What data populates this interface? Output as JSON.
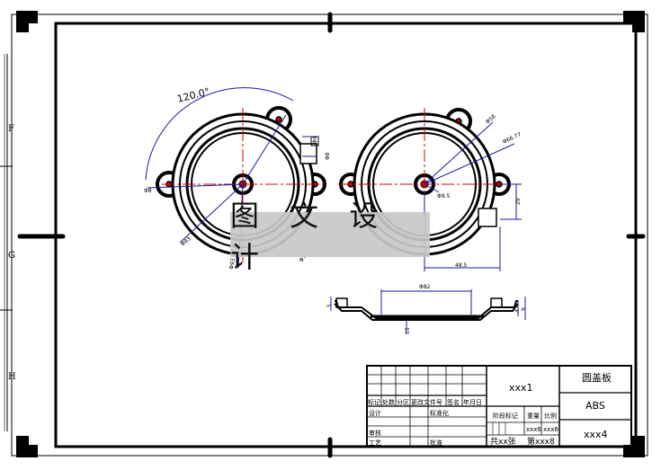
{
  "watermark": "图 文 设 计",
  "zones": [
    "F",
    "G",
    "H"
  ],
  "view_left": {
    "angle": "120.0°",
    "dims": [
      "Φ4",
      "Φ8",
      "Φ8",
      "Φ83",
      "Φ93",
      "Φ5"
    ]
  },
  "view_right": {
    "dims": [
      "Φ58",
      "Φ66.77",
      "Φ9.5",
      "29",
      "48.5"
    ]
  },
  "view_section": {
    "dims": [
      "Φ82",
      "5",
      "15",
      "9",
      "4"
    ]
  },
  "title_block": {
    "header_cols": [
      "标记",
      "处数",
      "分区",
      "更改文件号",
      "签名",
      "年月日"
    ],
    "row_design": "设计",
    "row_standard": "标准化",
    "row_review": "审核",
    "row_process": "工艺",
    "row_approve": "批准",
    "drawing_no": "xxx1",
    "part_name": "圆盖板",
    "material": "ABS",
    "stage_label": "阶段标记",
    "weight_label": "重量",
    "scale_label": "比例",
    "weight_value": "xxx6",
    "scale_value": "xxx6",
    "sheets_total": "共xx张",
    "sheet_no": "第xxx8",
    "code": "xxx4"
  }
}
